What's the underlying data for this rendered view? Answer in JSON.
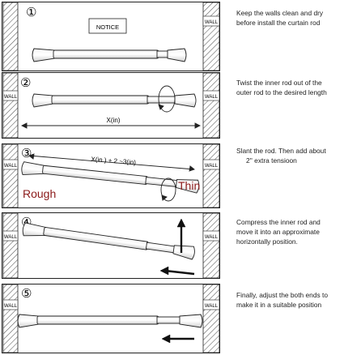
{
  "steps": [
    {
      "number": "①",
      "notice": "NOTICE",
      "wall_left": "",
      "wall_right": "WALL",
      "caption": [
        "Keep the walls clean and dry",
        "before install the curtain rod"
      ]
    },
    {
      "number": "②",
      "wall_left": "WALL",
      "wall_right": "WALL",
      "measure": "X(in)",
      "caption": [
        "Twist the inner rod out of the",
        "outer rod to the desired length"
      ]
    },
    {
      "number": "③",
      "wall_left": "WALL",
      "wall_right": "WALL",
      "measure": "X(in ) + 2 ~3(in)",
      "rough": "Rough",
      "thin": "Thin",
      "caption": [
        "Slant the rod. Then add about",
        "2'' extra tensioon"
      ]
    },
    {
      "number": "④",
      "wall_left": "WALL",
      "wall_right": "WALL",
      "caption": [
        "Compress the inner rod and",
        "move it into an approximate",
        "horizontally position."
      ]
    },
    {
      "number": "⑤",
      "wall_left": "WALL",
      "wall_right": "WALL",
      "caption": [
        "Finally, adjust the both ends to",
        "make it in a suitable position"
      ]
    }
  ],
  "colors": {
    "accent_text": "#8b1a1a",
    "line": "#222222",
    "hatch": "#555555"
  }
}
